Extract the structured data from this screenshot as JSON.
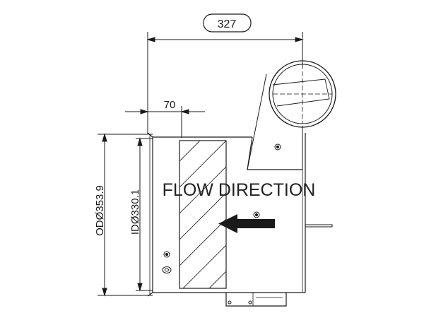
{
  "dimensions": {
    "overall_length": "327",
    "inlet_offset": "70",
    "outer_diameter": "ODØ353.9",
    "inner_diameter": "IDØ330.1"
  },
  "labels": {
    "flow_direction": "FLOW DIRECTION"
  },
  "colors": {
    "line": "#1a1a1a",
    "hatch": "#333333"
  },
  "icons": {
    "flow_arrow": "arrow-left-icon"
  }
}
